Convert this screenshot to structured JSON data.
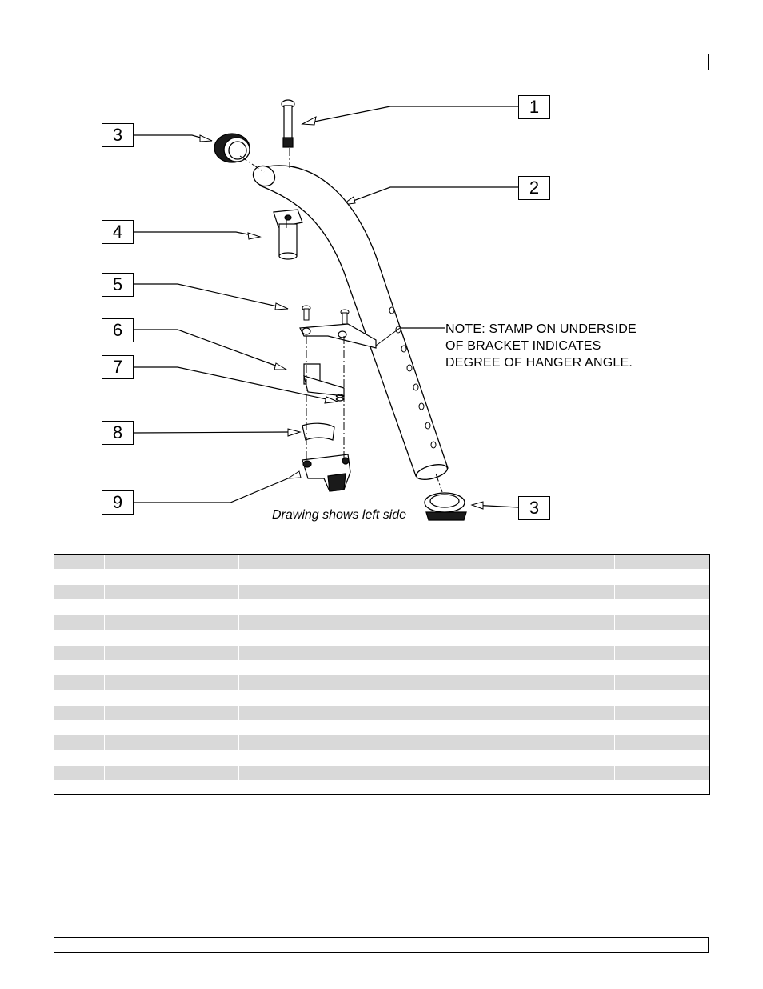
{
  "callouts": [
    {
      "id": "callout-1",
      "label": "1"
    },
    {
      "id": "callout-2",
      "label": "2"
    },
    {
      "id": "callout-3a",
      "label": "3"
    },
    {
      "id": "callout-3b",
      "label": "3"
    },
    {
      "id": "callout-4",
      "label": "4"
    },
    {
      "id": "callout-5",
      "label": "5"
    },
    {
      "id": "callout-6",
      "label": "6"
    },
    {
      "id": "callout-7",
      "label": "7"
    },
    {
      "id": "callout-8",
      "label": "8"
    },
    {
      "id": "callout-9",
      "label": "9"
    }
  ],
  "note": {
    "line1": "NOTE: STAMP ON UNDERSIDE",
    "line2": "OF BRACKET INDICATES",
    "line3": "DEGREE OF HANGER ANGLE."
  },
  "caption": "Drawing shows left side",
  "colors": {
    "stripe": "#d9d9d9",
    "line": "#000000",
    "part_fill": "#ffffff",
    "part_shade": "#1a1a1a"
  }
}
